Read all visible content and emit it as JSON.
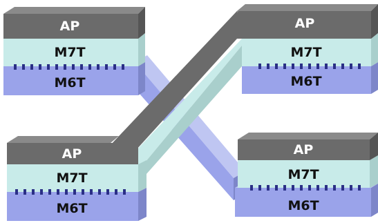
{
  "colors": {
    "ap_top": "#8a8a8a",
    "ap_face": "#6b6b6b",
    "ap_side": "#555555",
    "m7t_top": "#e6f7f6",
    "m7t_face": "#c8ebe9",
    "m7t_side": "#a9cfcc",
    "m6t_top": "#bfc6f2",
    "m6t_face": "#9aa3ea",
    "m6t_side": "#7d86c9",
    "via": "#2a2f86"
  },
  "stacks": {
    "top_left": {
      "ap": "AP",
      "m7t": "M7T",
      "m6t": "M6T"
    },
    "top_right": {
      "ap": "AP",
      "m7t": "M7T",
      "m6t": "M6T"
    },
    "bottom_left": {
      "ap": "AP",
      "m7t": "M7T",
      "m6t": "M6T"
    },
    "bottom_right": {
      "ap": "AP",
      "m7t": "M7T",
      "m6t": "M6T"
    }
  }
}
